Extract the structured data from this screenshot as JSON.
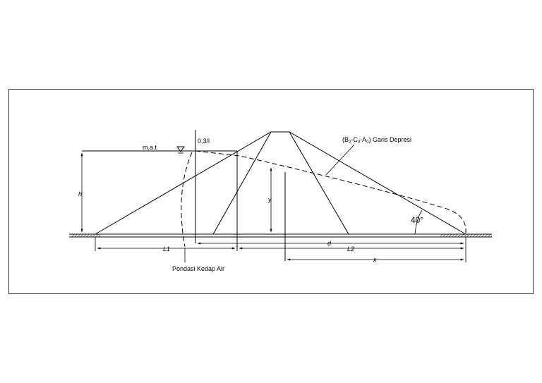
{
  "diagram": {
    "labels": {
      "mat": "m.a.t",
      "h": "h",
      "y": "y",
      "l1": "L1",
      "l2": "L2",
      "d": "d",
      "x": "x",
      "point_03l": "0,3/l",
      "angle": "40°",
      "pondasi": "Pondasi Kedap Air",
      "garis_prefix": "(B",
      "garis_sub_b": "2",
      "garis_mid1": "-C",
      "garis_sub_c": "0",
      "garis_mid2": "-A",
      "garis_sub_a": "0",
      "garis_suffix": ") Garis Depresi"
    },
    "colors": {
      "line": "#000000",
      "frame": "#333333",
      "background": "#ffffff"
    }
  }
}
